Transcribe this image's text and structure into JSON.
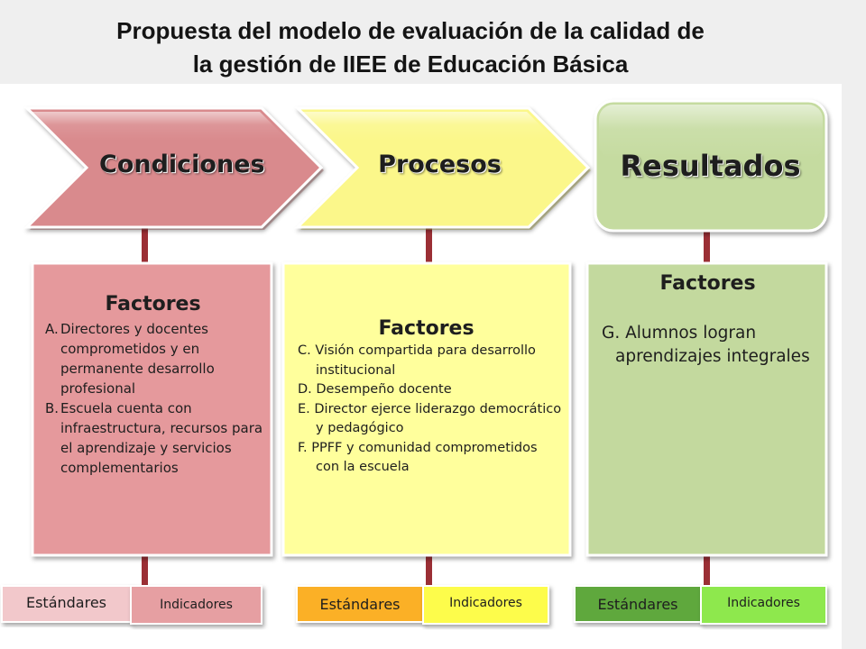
{
  "title": {
    "line1": "Propuesta del modelo de evaluación de la calidad de",
    "line2": "la gestión de IIEE de Educación Básica"
  },
  "columns": [
    {
      "header": "Condiciones",
      "panel_title": "Factores",
      "factors": [
        {
          "marker": "A.",
          "text": "Directores y docentes comprometidos y en permanente desarrollo profesional"
        },
        {
          "marker": "B.",
          "text": "Escuela cuenta con infraestructura, recursos para el aprendizaje y servicios complementarios"
        }
      ],
      "standards_label": "Estándares",
      "indicators_label": "Indicadores",
      "colors": {
        "header": "#d98a8d",
        "panel": "#e5999c",
        "standards": "#f2c8cb",
        "indicators": "#e69fa2"
      }
    },
    {
      "header": "Procesos",
      "panel_title": "Factores",
      "factors": [
        {
          "text": "C. Visión compartida para desarrollo institucional"
        },
        {
          "text": "D. Desempeño docente"
        },
        {
          "text": "E. Director ejerce liderazgo democrático y pedagógico"
        },
        {
          "text": "F. PPFF y comunidad comprometidos con la escuela"
        }
      ],
      "standards_label": "Estándares",
      "indicators_label": "Indicadores",
      "colors": {
        "header": "#fbf78a",
        "panel": "#ffff9c",
        "standards": "#fbb026",
        "indicators": "#fdfc4c"
      }
    },
    {
      "header": "Resultados",
      "panel_title": "Factores",
      "factors": [
        {
          "text": "G. Alumnos logran aprendizajes integrales"
        }
      ],
      "standards_label": "Estándares",
      "indicators_label": "Indicadores",
      "colors": {
        "header": "#c5dba0",
        "panel": "#c3d99e",
        "standards": "#5fa83d",
        "indicators": "#8ee84e"
      }
    }
  ],
  "connector_color": "#9b2f35"
}
